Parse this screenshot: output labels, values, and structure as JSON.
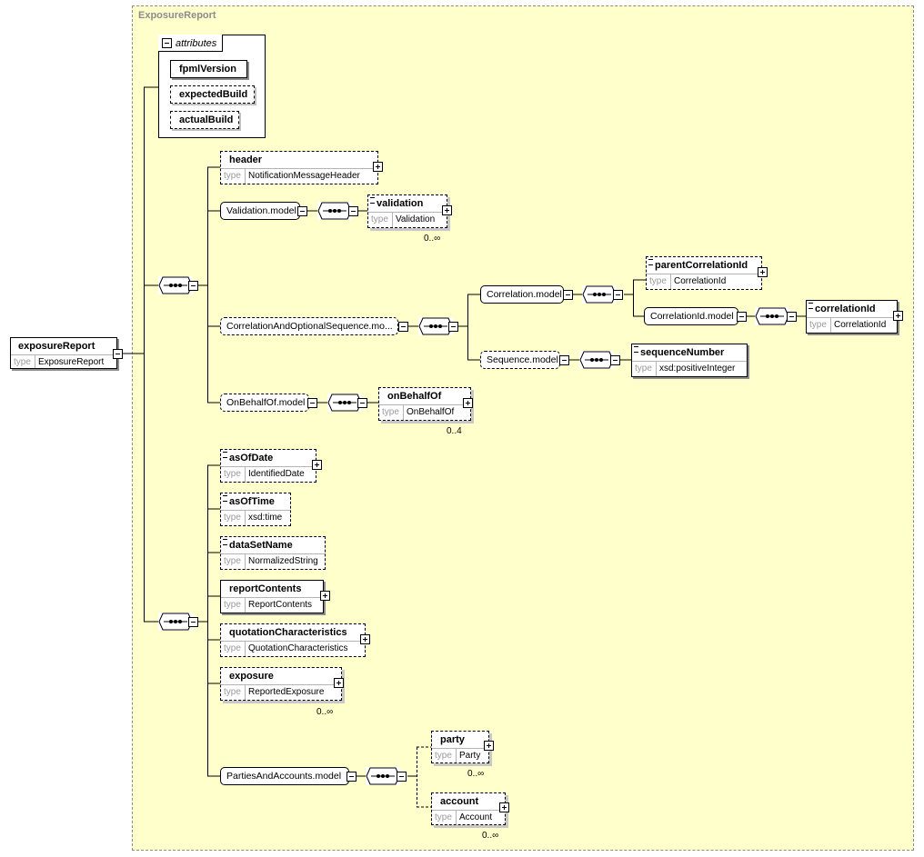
{
  "root": {
    "name": "exposureReport",
    "type_label": "type",
    "type": "ExposureReport"
  },
  "group": {
    "title": "ExposureReport"
  },
  "attributes": {
    "title": "attributes",
    "items": [
      "fpmlVersion",
      "expectedBuild",
      "actualBuild"
    ]
  },
  "elements": {
    "header": {
      "name": "header",
      "type_label": "type",
      "type": "NotificationMessageHeader"
    },
    "validation": {
      "name": "validation",
      "type_label": "type",
      "type": "Validation",
      "card": "0..∞"
    },
    "parentCorrelationId": {
      "name": "parentCorrelationId",
      "type_label": "type",
      "type": "CorrelationId"
    },
    "correlationId": {
      "name": "correlationId",
      "type_label": "type",
      "type": "CorrelationId"
    },
    "sequenceNumber": {
      "name": "sequenceNumber",
      "type_label": "type",
      "type": "xsd:positiveInteger"
    },
    "onBehalfOf": {
      "name": "onBehalfOf",
      "type_label": "type",
      "type": "OnBehalfOf",
      "card": "0..4"
    },
    "asOfDate": {
      "name": "asOfDate",
      "type_label": "type",
      "type": "IdentifiedDate"
    },
    "asOfTime": {
      "name": "asOfTime",
      "type_label": "type",
      "type": "xsd:time"
    },
    "dataSetName": {
      "name": "dataSetName",
      "type_label": "type",
      "type": "NormalizedString"
    },
    "reportContents": {
      "name": "reportContents",
      "type_label": "type",
      "type": "ReportContents"
    },
    "quotationCharacteristics": {
      "name": "quotationCharacteristics",
      "type_label": "type",
      "type": "QuotationCharacteristics"
    },
    "exposure": {
      "name": "exposure",
      "type_label": "type",
      "type": "ReportedExposure",
      "card": "0..∞"
    },
    "party": {
      "name": "party",
      "type_label": "type",
      "type": "Party",
      "card": "0..∞"
    },
    "account": {
      "name": "account",
      "type_label": "type",
      "type": "Account",
      "card": "0..∞"
    }
  },
  "models": {
    "validation_model": "Validation.model",
    "correlation_seq_model": "CorrelationAndOptionalSequence.mo...",
    "correlation_model": "Correlation.model",
    "correlation_id_model": "CorrelationId.model",
    "sequence_model": "Sequence.model",
    "on_behalf_of_model": "OnBehalfOf.model",
    "parties_accounts_model": "PartiesAndAccounts.model"
  }
}
